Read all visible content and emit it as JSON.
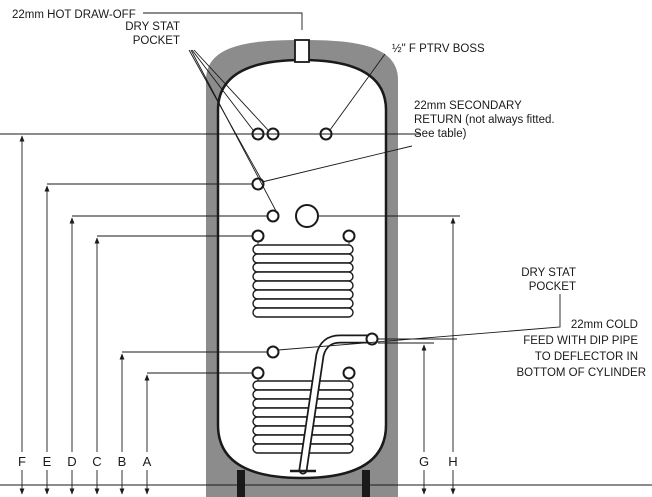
{
  "diagram": {
    "labels": {
      "hot_draw_off": "22mm HOT DRAW-OFF",
      "dry_stat_pocket_top": [
        "DRY STAT",
        "POCKET"
      ],
      "ptrv_boss": "½\" F PTRV BOSS",
      "secondary_return": [
        "22mm SECONDARY",
        "RETURN (not always fitted.",
        "See table)"
      ],
      "dry_stat_pocket_lower": [
        "DRY STAT",
        "POCKET"
      ],
      "cold_feed": [
        "22mm COLD",
        "FEED WITH DIP PIPE",
        "TO DEFLECTOR IN",
        "BOTTOM OF CYLINDER"
      ]
    },
    "dimensions": [
      "F",
      "E",
      "D",
      "C",
      "B",
      "A",
      "G",
      "H"
    ],
    "colors": {
      "jacket": "#8c8c8c",
      "line": "#1a1a1a",
      "background": "#ffffff"
    }
  }
}
